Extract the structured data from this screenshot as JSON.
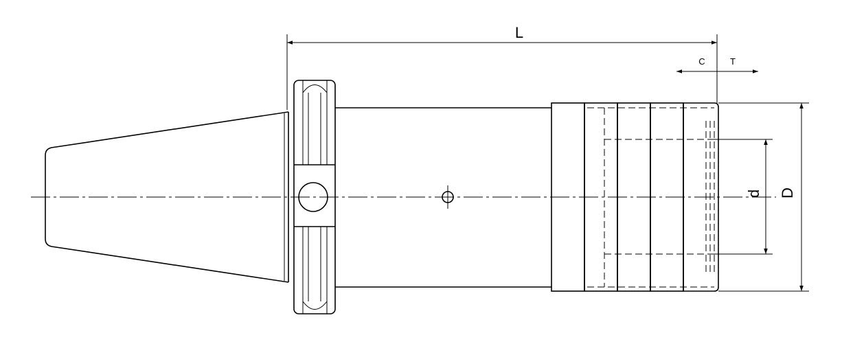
{
  "dimensions": {
    "overall_length": "L",
    "c": "C",
    "t": "T",
    "bore_diameter": "d",
    "outer_diameter": "D"
  }
}
